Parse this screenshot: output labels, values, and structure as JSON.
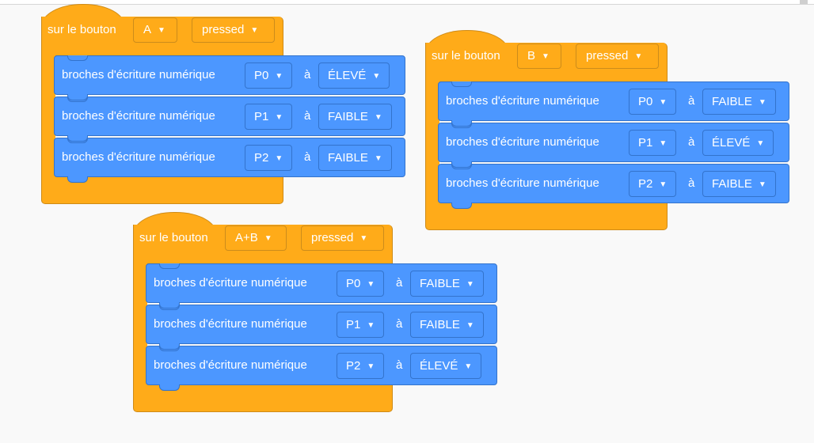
{
  "hat_blocks": [
    {
      "label": "sur le bouton",
      "button": "A",
      "event": "pressed",
      "commands": [
        {
          "label": "broches d'écriture numérique",
          "pin": "P0",
          "connector": "à",
          "value": "ÉLEVÉ"
        },
        {
          "label": "broches d'écriture numérique",
          "pin": "P1",
          "connector": "à",
          "value": "FAIBLE"
        },
        {
          "label": "broches d'écriture numérique",
          "pin": "P2",
          "connector": "à",
          "value": "FAIBLE"
        }
      ]
    },
    {
      "label": "sur le bouton",
      "button": "B",
      "event": "pressed",
      "commands": [
        {
          "label": "broches d'écriture numérique",
          "pin": "P0",
          "connector": "à",
          "value": "FAIBLE"
        },
        {
          "label": "broches d'écriture numérique",
          "pin": "P1",
          "connector": "à",
          "value": "ÉLEVÉ"
        },
        {
          "label": "broches d'écriture numérique",
          "pin": "P2",
          "connector": "à",
          "value": "FAIBLE"
        }
      ]
    },
    {
      "label": "sur le bouton",
      "button": "A+B",
      "event": "pressed",
      "commands": [
        {
          "label": "broches d'écriture numérique",
          "pin": "P0",
          "connector": "à",
          "value": "FAIBLE"
        },
        {
          "label": "broches d'écriture numérique",
          "pin": "P1",
          "connector": "à",
          "value": "FAIBLE"
        },
        {
          "label": "broches d'écriture numérique",
          "pin": "P2",
          "connector": "à",
          "value": "ÉLEVÉ"
        }
      ]
    }
  ],
  "colors": {
    "event_block": "#ffab19",
    "event_border": "#cf8b17",
    "io_block": "#4c97ff",
    "io_border": "#3373cc",
    "canvas": "#f9f9f9"
  },
  "icons": {
    "dropdown": "caret-down-icon"
  }
}
